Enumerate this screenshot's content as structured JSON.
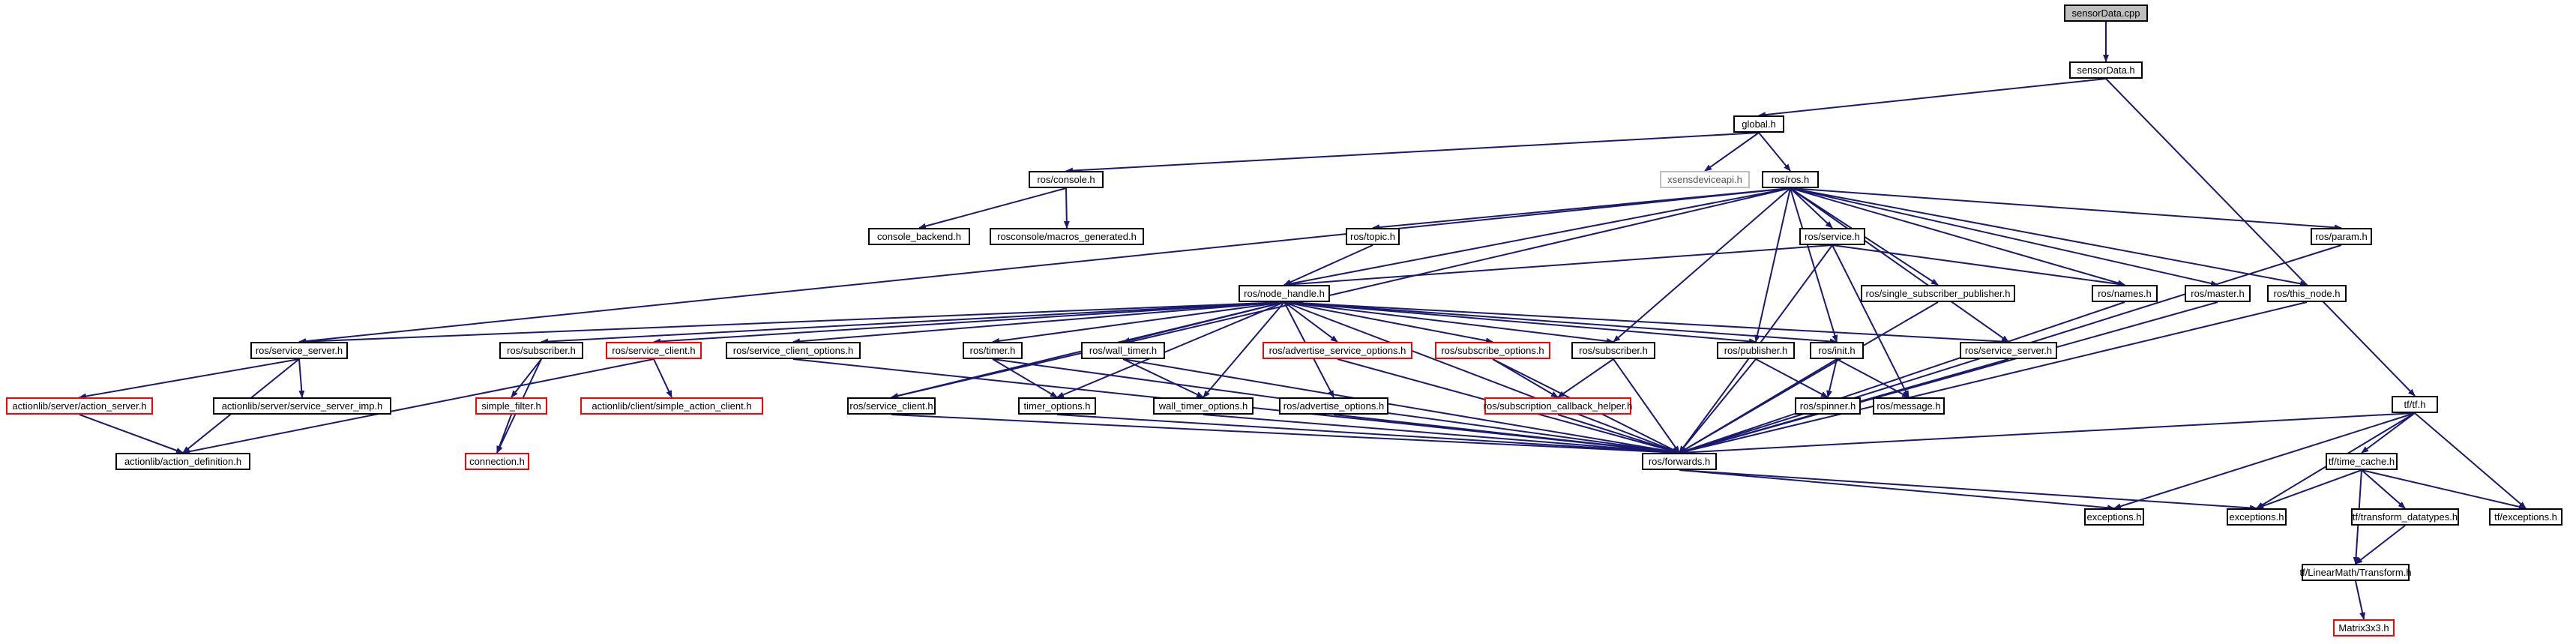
{
  "colors": {
    "edge": "#191970",
    "root_fill": "#bfbfbf",
    "node_border": "#000000",
    "missing_border": "#ff0000",
    "external_border": "#bfbfbf"
  },
  "nodes": {
    "n1": {
      "label": "sensorData.cpp",
      "style": "root"
    },
    "n2": {
      "label": "sensorData.h",
      "style": "normal"
    },
    "n3": {
      "label": "global.h",
      "style": "normal"
    },
    "n4": {
      "label": "tf/tf.h",
      "style": "normal"
    },
    "n5": {
      "label": "ros/console.h",
      "style": "normal"
    },
    "n6": {
      "label": "xsensdeviceapi.h",
      "style": "external"
    },
    "n7": {
      "label": "ros/ros.h",
      "style": "normal"
    },
    "n8": {
      "label": "console_backend.h",
      "style": "normal"
    },
    "n9": {
      "label": "rosconsole/macros_generated.h",
      "style": "normal"
    },
    "n10": {
      "label": "ros/topic.h",
      "style": "normal"
    },
    "n11": {
      "label": "ros/service.h",
      "style": "normal"
    },
    "n12": {
      "label": "ros/param.h",
      "style": "normal"
    },
    "n13": {
      "label": "ros/node_handle.h",
      "style": "normal"
    },
    "n14": {
      "label": "ros/single_subscriber_publisher.h",
      "style": "normal"
    },
    "n15": {
      "label": "ros/names.h",
      "style": "normal"
    },
    "n16": {
      "label": "ros/master.h",
      "style": "normal"
    },
    "n17": {
      "label": "ros/this_node.h",
      "style": "normal"
    },
    "n18": {
      "label": "ros/service_server.h",
      "style": "normal"
    },
    "n19": {
      "label": "ros/subscriber.h",
      "style": "normal"
    },
    "n20": {
      "label": "ros/service_client.h",
      "style": "missing"
    },
    "n21": {
      "label": "ros/service_client_options.h",
      "style": "normal"
    },
    "n22": {
      "label": "ros/timer.h",
      "style": "normal"
    },
    "n23": {
      "label": "ros/wall_timer.h",
      "style": "normal"
    },
    "n24": {
      "label": "ros/advertise_service_options.h",
      "style": "missing"
    },
    "n25": {
      "label": "ros/subscribe_options.h",
      "style": "missing"
    },
    "n26": {
      "label": "ros/subscriber.h",
      "style": "normal"
    },
    "n27": {
      "label": "ros/publisher.h",
      "style": "normal"
    },
    "n28": {
      "label": "ros/init.h",
      "style": "normal"
    },
    "n29": {
      "label": "ros/service_server.h",
      "style": "normal"
    },
    "n30": {
      "label": "actionlib/server/action_server.h",
      "style": "missing"
    },
    "n31": {
      "label": "actionlib/server/service_server_imp.h",
      "style": "normal"
    },
    "n32": {
      "label": "simple_filter.h",
      "style": "missing"
    },
    "n33": {
      "label": "actionlib/client/simple_action_client.h",
      "style": "missing"
    },
    "n34": {
      "label": "actionlib/action_definition.h",
      "style": "normal"
    },
    "n35": {
      "label": "connection.h",
      "style": "missing"
    },
    "n36": {
      "label": "ros/service_client.h",
      "style": "normal"
    },
    "n37": {
      "label": "timer_options.h",
      "style": "normal"
    },
    "n38": {
      "label": "wall_timer_options.h",
      "style": "normal"
    },
    "n39": {
      "label": "ros/advertise_options.h",
      "style": "normal"
    },
    "n40": {
      "label": "ros/subscription_callback_helper.h",
      "style": "missing"
    },
    "n41": {
      "label": "ros/spinner.h",
      "style": "normal"
    },
    "n42": {
      "label": "ros/message.h",
      "style": "normal"
    },
    "n43": {
      "label": "ros/forwards.h",
      "style": "normal"
    },
    "n44": {
      "label": "tf/time_cache.h",
      "style": "normal"
    },
    "n45": {
      "label": "exceptions.h",
      "style": "normal"
    },
    "n46": {
      "label": "exceptions.h",
      "style": "normal"
    },
    "n47": {
      "label": "tf/transform_datatypes.h",
      "style": "normal"
    },
    "n48": {
      "label": "tf/exceptions.h",
      "style": "normal"
    },
    "n49": {
      "label": "tf/LinearMath/Transform.h",
      "style": "normal"
    },
    "n50": {
      "label": "Matrix3x3.h",
      "style": "missing"
    }
  },
  "edges": [
    [
      "n1",
      "n2"
    ],
    [
      "n2",
      "n3"
    ],
    [
      "n2",
      "n4"
    ],
    [
      "n3",
      "n5"
    ],
    [
      "n3",
      "n6"
    ],
    [
      "n3",
      "n7"
    ],
    [
      "n5",
      "n8"
    ],
    [
      "n5",
      "n9"
    ],
    [
      "n7",
      "n10"
    ],
    [
      "n7",
      "n11"
    ],
    [
      "n7",
      "n12"
    ],
    [
      "n7",
      "n13"
    ],
    [
      "n7",
      "n14"
    ],
    [
      "n7",
      "n15"
    ],
    [
      "n7",
      "n16"
    ],
    [
      "n7",
      "n17"
    ],
    [
      "n7",
      "n18"
    ],
    [
      "n7",
      "n26"
    ],
    [
      "n7",
      "n27"
    ],
    [
      "n7",
      "n28"
    ],
    [
      "n7",
      "n29"
    ],
    [
      "n7",
      "n36"
    ],
    [
      "n10",
      "n13"
    ],
    [
      "n11",
      "n13"
    ],
    [
      "n11",
      "n15"
    ],
    [
      "n11",
      "n42"
    ],
    [
      "n11",
      "n43"
    ],
    [
      "n12",
      "n43"
    ],
    [
      "n13",
      "n18"
    ],
    [
      "n13",
      "n19"
    ],
    [
      "n13",
      "n20"
    ],
    [
      "n13",
      "n21"
    ],
    [
      "n13",
      "n22"
    ],
    [
      "n13",
      "n23"
    ],
    [
      "n13",
      "n24"
    ],
    [
      "n13",
      "n25"
    ],
    [
      "n13",
      "n26"
    ],
    [
      "n13",
      "n27"
    ],
    [
      "n13",
      "n28"
    ],
    [
      "n13",
      "n29"
    ],
    [
      "n13",
      "n36"
    ],
    [
      "n13",
      "n37"
    ],
    [
      "n13",
      "n38"
    ],
    [
      "n13",
      "n39"
    ],
    [
      "n13",
      "n43"
    ],
    [
      "n14",
      "n43"
    ],
    [
      "n15",
      "n43"
    ],
    [
      "n16",
      "n43"
    ],
    [
      "n17",
      "n43"
    ],
    [
      "n18",
      "n30"
    ],
    [
      "n18",
      "n31"
    ],
    [
      "n18",
      "n34"
    ],
    [
      "n19",
      "n32"
    ],
    [
      "n19",
      "n35"
    ],
    [
      "n20",
      "n33"
    ],
    [
      "n20",
      "n34"
    ],
    [
      "n21",
      "n43"
    ],
    [
      "n22",
      "n37"
    ],
    [
      "n22",
      "n43"
    ],
    [
      "n23",
      "n38"
    ],
    [
      "n23",
      "n43"
    ],
    [
      "n24",
      "n43"
    ],
    [
      "n25",
      "n40"
    ],
    [
      "n25",
      "n43"
    ],
    [
      "n26",
      "n40"
    ],
    [
      "n26",
      "n43"
    ],
    [
      "n27",
      "n41"
    ],
    [
      "n27",
      "n43"
    ],
    [
      "n28",
      "n41"
    ],
    [
      "n28",
      "n42"
    ],
    [
      "n28",
      "n43"
    ],
    [
      "n29",
      "n43"
    ],
    [
      "n30",
      "n34"
    ],
    [
      "n32",
      "n35"
    ],
    [
      "n36",
      "n43"
    ],
    [
      "n37",
      "n43"
    ],
    [
      "n38",
      "n43"
    ],
    [
      "n39",
      "n43"
    ],
    [
      "n40",
      "n43"
    ],
    [
      "n43",
      "n45"
    ],
    [
      "n43",
      "n46"
    ],
    [
      "n4",
      "n44"
    ],
    [
      "n4",
      "n45"
    ],
    [
      "n4",
      "n46"
    ],
    [
      "n4",
      "n48"
    ],
    [
      "n4",
      "n43"
    ],
    [
      "n44",
      "n46"
    ],
    [
      "n44",
      "n47"
    ],
    [
      "n44",
      "n48"
    ],
    [
      "n44",
      "n49"
    ],
    [
      "n47",
      "n49"
    ],
    [
      "n49",
      "n50"
    ]
  ]
}
